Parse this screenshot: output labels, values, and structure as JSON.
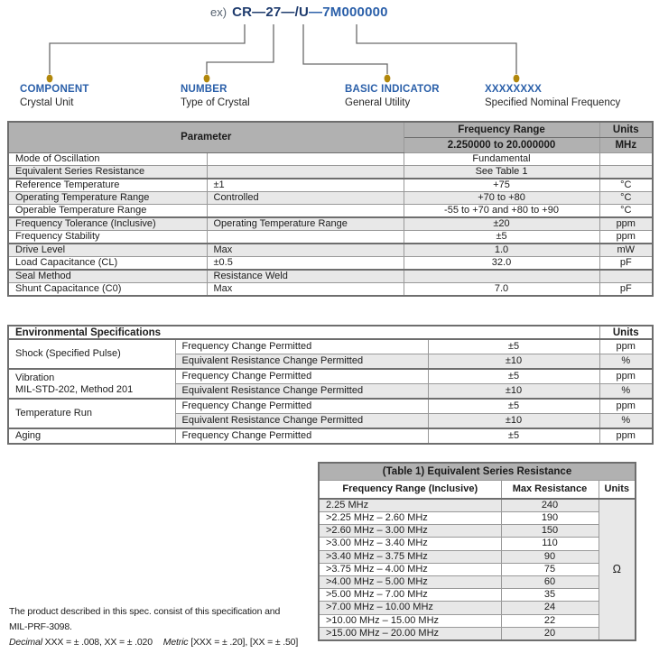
{
  "diagram": {
    "prefix": "ex)",
    "part_dark": "CR—27—/U",
    "part_blue": "—7M000000",
    "callouts": [
      {
        "label": "COMPONENT",
        "desc": "Crystal Unit"
      },
      {
        "label": "NUMBER",
        "desc": "Type of Crystal"
      },
      {
        "label": "BASIC INDICATOR",
        "desc": "General Utility"
      },
      {
        "label": "XXXXXXXX",
        "desc": "Specified Nominal Frequency"
      }
    ]
  },
  "main_table": {
    "header": {
      "parameter": "Parameter",
      "freq_range": "Frequency Range",
      "freq_range_value": "2.250000 to 20.000000",
      "units": "Units",
      "units_value": "MHz"
    },
    "rows": [
      {
        "param": "Mode of Oscillation",
        "cond": "",
        "value": "Fundamental",
        "unit": ""
      },
      {
        "param": "Equivalent Series Resistance",
        "cond": "",
        "value": "See Table 1",
        "unit": ""
      },
      {
        "param": "Reference Temperature",
        "cond": "±1",
        "value": "+75",
        "unit": "°C"
      },
      {
        "param": "Operating Temperature Range",
        "cond": "Controlled",
        "value": "+70 to +80",
        "unit": "°C"
      },
      {
        "param": "Operable Temperature Range",
        "cond": "",
        "value": "-55 to +70 and +80 to +90",
        "unit": "°C"
      },
      {
        "param": "Frequency Tolerance (Inclusive)",
        "cond": "Operating Temperature Range",
        "value": "±20",
        "unit": "ppm"
      },
      {
        "param": "Frequency Stability",
        "cond": "",
        "value": "±5",
        "unit": "ppm"
      },
      {
        "param": "Drive Level",
        "cond": "Max",
        "value": "1.0",
        "unit": "mW"
      },
      {
        "param": "Load Capacitance (CL)",
        "cond": "±0.5",
        "value": "32.0",
        "unit": "pF"
      },
      {
        "param": "Seal Method",
        "cond": "Resistance Weld",
        "value": "",
        "unit": ""
      },
      {
        "param": "Shunt Capacitance (C0)",
        "cond": "Max",
        "value": "7.0",
        "unit": "pF"
      }
    ]
  },
  "env_table": {
    "title": "Environmental Specifications",
    "units_header": "Units",
    "groups": [
      {
        "name": "Shock (Specified Pulse)",
        "name2": "",
        "rows": [
          {
            "desc": "Frequency Change Permitted",
            "value": "±5",
            "unit": "ppm"
          },
          {
            "desc": "Equivalent Resistance Change Permitted",
            "value": "±10",
            "unit": "%"
          }
        ]
      },
      {
        "name": "Vibration",
        "name2": "MIL-STD-202, Method 201",
        "rows": [
          {
            "desc": "Frequency Change Permitted",
            "value": "±5",
            "unit": "ppm"
          },
          {
            "desc": "Equivalent Resistance Change Permitted",
            "value": "±10",
            "unit": "%"
          }
        ]
      },
      {
        "name": "Temperature Run",
        "name2": "",
        "rows": [
          {
            "desc": "Frequency Change Permitted",
            "value": "±5",
            "unit": "ppm"
          },
          {
            "desc": "Equivalent Resistance Change Permitted",
            "value": "±10",
            "unit": "%"
          }
        ]
      },
      {
        "name": "Aging",
        "name2": "",
        "rows": [
          {
            "desc": "Frequency Change Permitted",
            "value": "±5",
            "unit": "ppm"
          }
        ]
      }
    ]
  },
  "resistance_table": {
    "title": "(Table 1) Equivalent Series Resistance",
    "col_headers": {
      "range": "Frequency Range (Inclusive)",
      "max": "Max Resistance",
      "units": "Units"
    },
    "unit_symbol": "Ω",
    "rows": [
      {
        "range": "2.25 MHz",
        "max": "240"
      },
      {
        "range": ">2.25 MHz – 2.60 MHz",
        "max": "190"
      },
      {
        "range": ">2.60 MHz – 3.00 MHz",
        "max": "150"
      },
      {
        "range": ">3.00 MHz – 3.40 MHz",
        "max": "110"
      },
      {
        "range": ">3.40 MHz – 3.75 MHz",
        "max": "90"
      },
      {
        "range": ">3.75 MHz – 4.00 MHz",
        "max": "75"
      },
      {
        "range": ">4.00 MHz – 5.00 MHz",
        "max": "60"
      },
      {
        "range": ">5.00 MHz – 7.00 MHz",
        "max": "35"
      },
      {
        "range": ">7.00 MHz – 10.00 MHz",
        "max": "24"
      },
      {
        "range": ">10.00 MHz – 15.00 MHz",
        "max": "22"
      },
      {
        "range": ">15.00 MHz – 20.00 MHz",
        "max": "20"
      }
    ]
  },
  "footer": {
    "line1": "The product described in this spec. consist of this specification and",
    "line2": "MIL-PRF-3098.",
    "decimal_label": "Decimal",
    "decimal_text": "XXX = ± .008, XX = ± .020",
    "metric_label": "Metric",
    "metric_text": "[XXX = ± .20], [XX = ± .50]"
  },
  "colors": {
    "part_number_navy": "#1e3b6d",
    "part_number_blue": "#2a5fa9",
    "callout_blue": "#2a5fa9",
    "dot_gold": "#b1870b",
    "connector_gray": "#6a6a6a",
    "table_header_gray": "#b1b1b1",
    "alt_row_gray": "#e8e8e8"
  }
}
